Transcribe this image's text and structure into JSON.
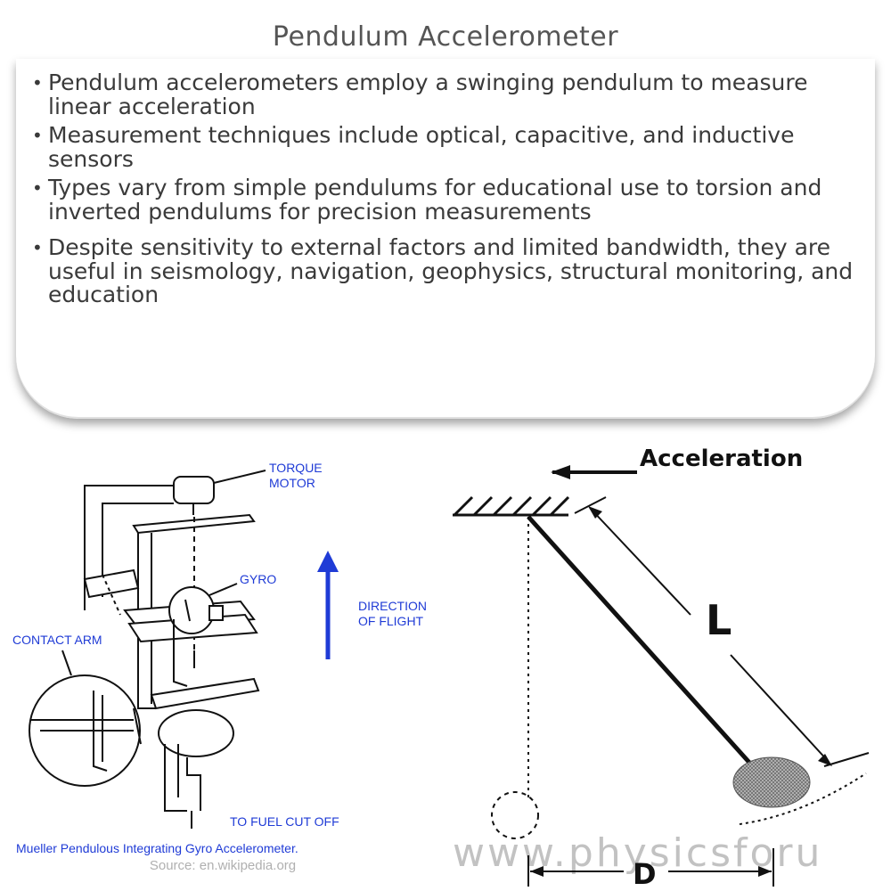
{
  "title": "Pendulum Accelerometer",
  "bullets": [
    "Pendulum accelerometers employ a swinging pendulum to measure linear acceleration",
    "Measurement techniques include optical, capacitive, and inductive sensors",
    "Types vary from simple pendulums for educational use to torsion and inverted pendulums for precision measurements",
    "Despite sensitivity to external factors and limited bandwidth, they are useful in seismology, navigation, geophysics, structural monitoring, and education"
  ],
  "left_figure": {
    "torque_motor_line1": "TORQUE",
    "torque_motor_line2": "MOTOR",
    "gyro": "GYRO",
    "direction_line1": "DIRECTION",
    "direction_line2": "OF FLIGHT",
    "contact_arm": "CONTACT ARM",
    "fuel_cut_off": "TO FUEL CUT OFF",
    "caption": "Mueller Pendulous Integrating Gyro Accelerometer.",
    "label_color": "#1f3bd6"
  },
  "right_figure": {
    "acceleration": "Acceleration",
    "length_label": "L",
    "displacement_label": "D",
    "watermark": "www.physicsforu"
  },
  "source": "Source: en.wikipedia.org"
}
